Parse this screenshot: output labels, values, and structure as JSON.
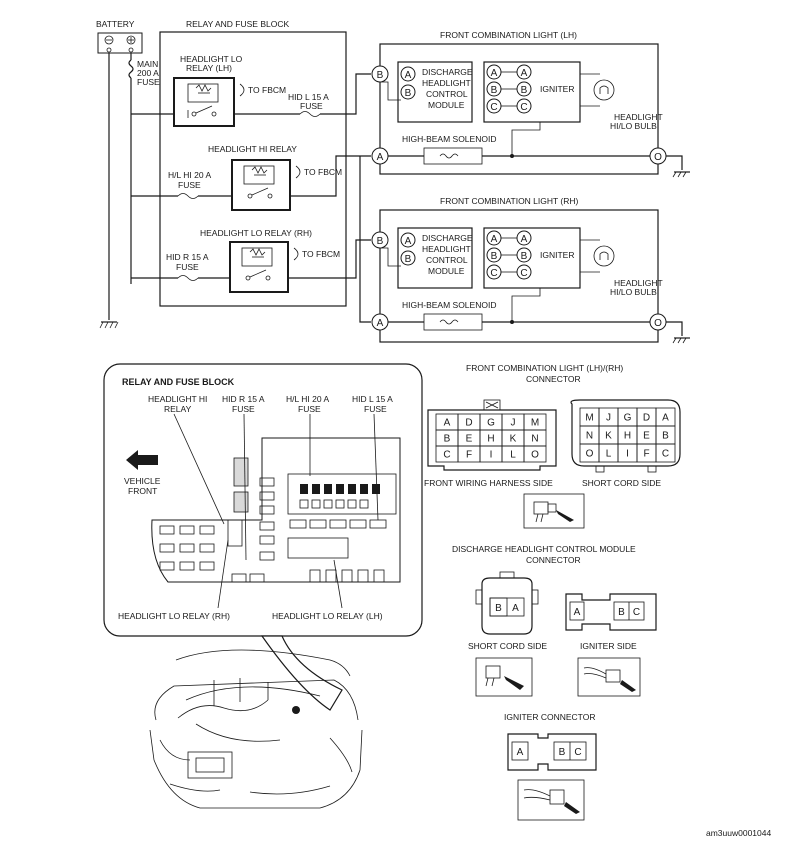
{
  "labels": {
    "battery": "BATTERY",
    "relay_fuse_block": "RELAY AND FUSE BLOCK",
    "main_fuse": [
      "MAIN",
      "200 A",
      "FUSE"
    ],
    "headlight_lo_relay_lh": [
      "HEADLIGHT LO",
      "RELAY (LH)"
    ],
    "to_fbcm": "TO FBCM",
    "hid_l_fuse": [
      "HID L 15 A",
      "FUSE"
    ],
    "headlight_hi_relay": "HEADLIGHT HI RELAY",
    "hl_hi_fuse": [
      "H/L HI 20 A",
      "FUSE"
    ],
    "headlight_lo_relay_rh": "HEADLIGHT LO RELAY (RH)",
    "hid_r_fuse": [
      "HID R 15 A",
      "FUSE"
    ],
    "front_comb_lh": "FRONT COMBINATION LIGHT (LH)",
    "front_comb_rh": "FRONT COMBINATION LIGHT (RH)",
    "discharge_module": [
      "DISCHARGE",
      "HEADLIGHT",
      "CONTROL",
      "MODULE"
    ],
    "igniter": "IGNITER",
    "bulb": [
      "HEADLIGHT",
      "HI/LO BULB"
    ],
    "high_beam_solenoid": "HIGH-BEAM SOLENOID",
    "pins": {
      "A": "A",
      "B": "B",
      "C": "C",
      "O": "O"
    }
  },
  "inset": {
    "title": "RELAY AND FUSE BLOCK",
    "headlight_hi_relay": [
      "HEADLIGHT HI",
      "RELAY"
    ],
    "hid_r_fuse": [
      "HID R 15 A",
      "FUSE"
    ],
    "hl_hi_fuse": [
      "H/L HI 20 A",
      "FUSE"
    ],
    "hid_l_fuse": [
      "HID L 15 A",
      "FUSE"
    ],
    "vehicle_front": [
      "VEHICLE",
      "FRONT"
    ],
    "lo_relay_rh": "HEADLIGHT LO RELAY (RH)",
    "lo_relay_lh": "HEADLIGHT LO RELAY (LH)"
  },
  "connectors": {
    "front_comb_title": [
      "FRONT COMBINATION LIGHT (LH)/(RH)",
      "CONNECTOR"
    ],
    "harness_grid": [
      [
        "A",
        "D",
        "G",
        "J",
        "M"
      ],
      [
        "B",
        "E",
        "H",
        "K",
        "N"
      ],
      [
        "C",
        "F",
        "I",
        "L",
        "O"
      ]
    ],
    "short_grid": [
      [
        "M",
        "J",
        "G",
        "D",
        "A"
      ],
      [
        "N",
        "K",
        "H",
        "E",
        "B"
      ],
      [
        "O",
        "L",
        "I",
        "F",
        "C"
      ]
    ],
    "harness_side": "FRONT WIRING HARNESS SIDE",
    "short_cord_side": "SHORT CORD SIDE",
    "discharge_title": [
      "DISCHARGE HEADLIGHT CONTROL MODULE",
      "CONNECTOR"
    ],
    "discharge_short_pins": [
      "B",
      "A"
    ],
    "discharge_igniter_pins": [
      "A",
      "B",
      "C"
    ],
    "discharge_short_label": "SHORT CORD SIDE",
    "discharge_igniter_label": "IGNITER SIDE",
    "igniter_title": "IGNITER CONNECTOR",
    "igniter_pins": [
      "A",
      "B",
      "C"
    ]
  },
  "figure_id": "am3uuw0001044"
}
